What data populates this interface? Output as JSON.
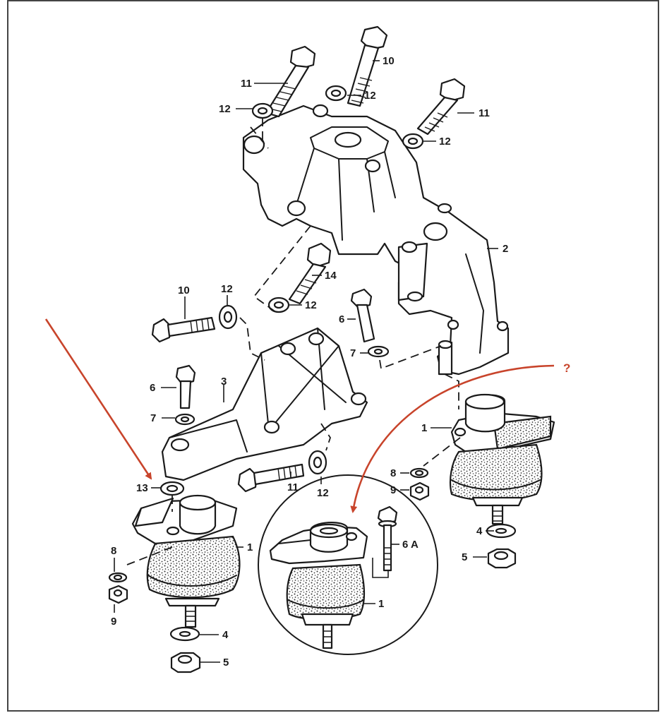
{
  "diagram": {
    "callouts": [
      {
        "id": "c10a",
        "text": "10"
      },
      {
        "id": "c11a",
        "text": "11"
      },
      {
        "id": "c12a",
        "text": "12"
      },
      {
        "id": "c12b",
        "text": "12"
      },
      {
        "id": "c11b",
        "text": "11"
      },
      {
        "id": "c12c",
        "text": "12"
      },
      {
        "id": "c2",
        "text": "2"
      },
      {
        "id": "c14",
        "text": "14"
      },
      {
        "id": "c12d",
        "text": "12"
      },
      {
        "id": "c10b",
        "text": "10"
      },
      {
        "id": "c12e",
        "text": "12"
      },
      {
        "id": "c6a",
        "text": "6"
      },
      {
        "id": "c7a",
        "text": "7"
      },
      {
        "id": "c6b",
        "text": "6"
      },
      {
        "id": "c3",
        "text": "3"
      },
      {
        "id": "c7b",
        "text": "7"
      },
      {
        "id": "c1a",
        "text": "1"
      },
      {
        "id": "c8a",
        "text": "8"
      },
      {
        "id": "c9a",
        "text": "9"
      },
      {
        "id": "c4a",
        "text": "4"
      },
      {
        "id": "c5a",
        "text": "5"
      },
      {
        "id": "c13",
        "text": "13"
      },
      {
        "id": "c11c",
        "text": "11"
      },
      {
        "id": "c12f",
        "text": "12"
      },
      {
        "id": "c1b",
        "text": "1"
      },
      {
        "id": "c8b",
        "text": "8"
      },
      {
        "id": "c9b",
        "text": "9"
      },
      {
        "id": "c4b",
        "text": "4"
      },
      {
        "id": "c5b",
        "text": "5"
      },
      {
        "id": "c6A",
        "text": "6 A"
      },
      {
        "id": "c1c",
        "text": "1"
      }
    ],
    "question_mark": "?",
    "annotation_color": "#c8442b"
  }
}
